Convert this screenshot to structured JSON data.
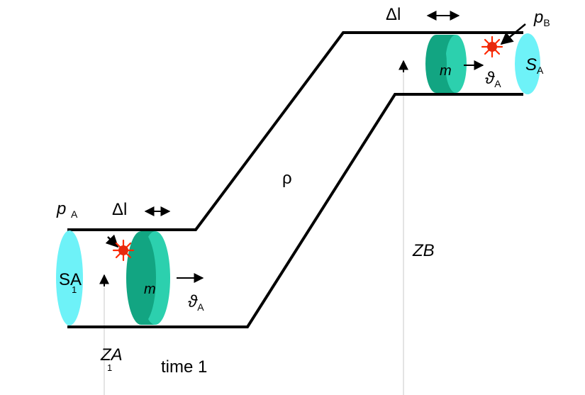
{
  "labels": {
    "delta_l": "Δl",
    "p_a": "p",
    "p_a_sub": "A",
    "p_b": "p",
    "p_b_sub": "B",
    "mass": "m",
    "velocity": "ϑ",
    "velocity_sub": "A",
    "area_top": "S",
    "area_top_sub": "A",
    "area_bottom": "SA",
    "area_bottom_sub": "1",
    "density": "ρ",
    "height_a": "ZA",
    "height_b": "ZB",
    "time": "time 1"
  },
  "colors": {
    "pipe": "#000000",
    "area_disk": "#6EF2F8",
    "mass_slug": "#12A582",
    "mass_slug_light": "#2CD0AE",
    "force_marker": "#FF2A00",
    "force_marker_fill": "#E8290E",
    "reference_line": "#C8C8C8"
  },
  "icons": [
    "double-arrow-icon",
    "force-burst-icon",
    "velocity-arrow-icon",
    "up-arrow-icon"
  ]
}
